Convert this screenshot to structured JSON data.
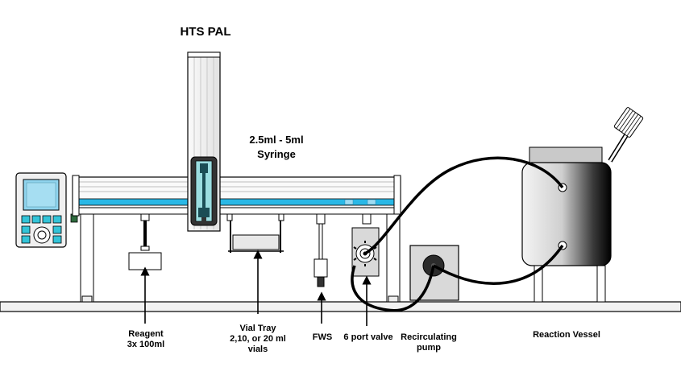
{
  "title": "HTS PAL",
  "syringe_label": [
    "2.5ml - 5ml",
    "Syringe"
  ],
  "labels": {
    "reagent": [
      "Reagent",
      "3x 100ml"
    ],
    "vial_tray": [
      "Vial Tray",
      "2,10, or 20 ml",
      "vials"
    ],
    "fws": [
      "FWS"
    ],
    "valve": [
      "6 port valve"
    ],
    "pump": [
      "Recirculating",
      "pump"
    ],
    "vessel": [
      "Reaction Vessel"
    ]
  },
  "colors": {
    "rail_cyan": "#2ab8e6",
    "screen": "#8fd4ee",
    "key_cyan": "#33c4d8",
    "green_block": "#2e6b3e",
    "outline": "#000000"
  }
}
